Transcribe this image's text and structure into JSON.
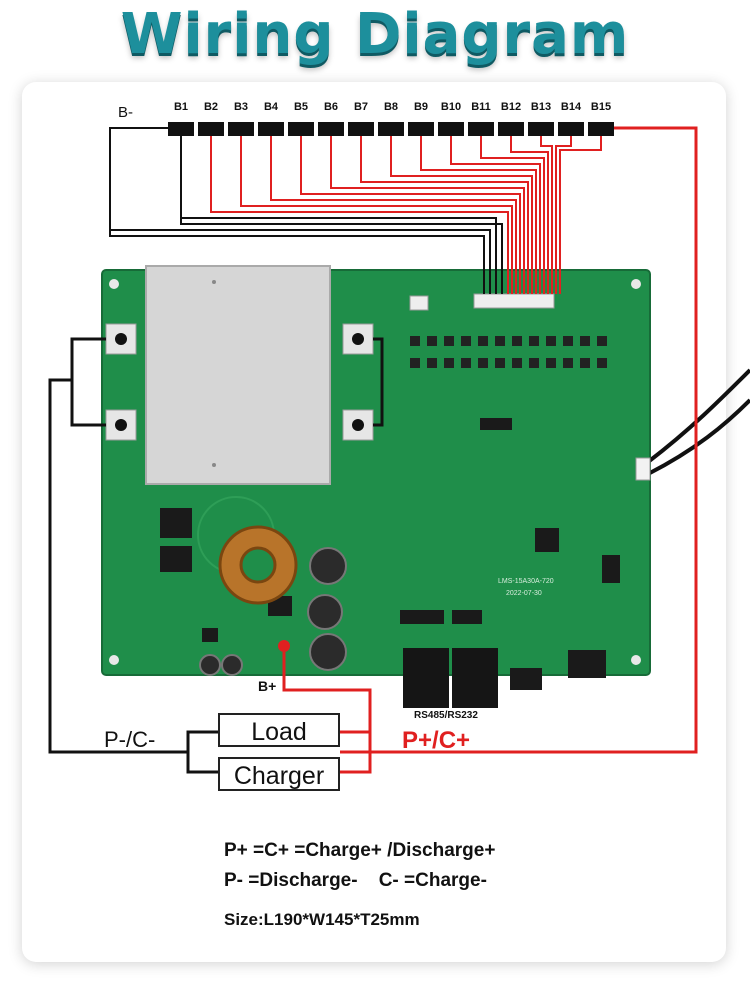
{
  "title": "Wiring Diagram",
  "cells": {
    "negative": "B-",
    "labels": [
      "B1",
      "B2",
      "B3",
      "B4",
      "B5",
      "B6",
      "B7",
      "B8",
      "B9",
      "B10",
      "B11",
      "B12",
      "B13",
      "B14",
      "B15"
    ]
  },
  "board_silkscreen": {
    "comm_port": "RS485/RS232",
    "model": "LMS-15A30A-720",
    "date": "2022-07-30",
    "battery_positive": "B+"
  },
  "terminals": {
    "p_minus_c_minus": "P-/C-",
    "p_plus_c_plus": "P+/C+"
  },
  "boxes": {
    "load": "Load",
    "charger": "Charger"
  },
  "notes": {
    "line1": "P+ =C+ =Charge+ /Discharge+",
    "line2": "P- =Discharge-    C- =Charge-",
    "size": "Size:L190*W145*T25mm"
  },
  "colors": {
    "title": "#1d8f9c",
    "pcb": "#1f8e4a",
    "wire_red": "#e02020",
    "wire_black": "#111111"
  }
}
